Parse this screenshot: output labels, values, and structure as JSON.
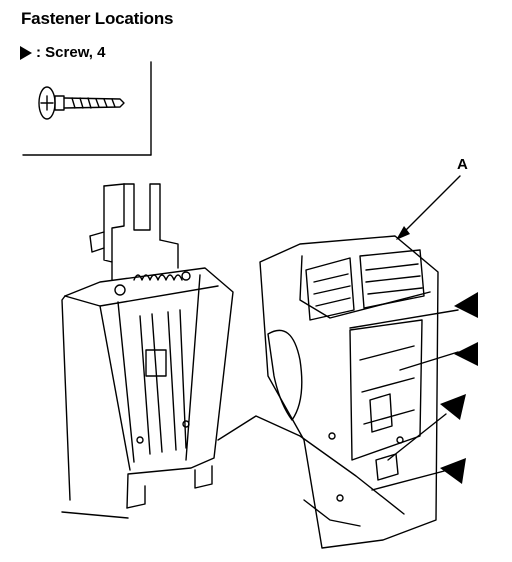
{
  "header": {
    "title": "Fastener Locations"
  },
  "legend": {
    "marker_icon": "triangle-pointer-icon",
    "label": ": Screw, 4",
    "screw_icon": "screw-icon"
  },
  "callouts": {
    "part_a": "A"
  },
  "colors": {
    "ink": "#000000",
    "paper": "#ffffff"
  }
}
